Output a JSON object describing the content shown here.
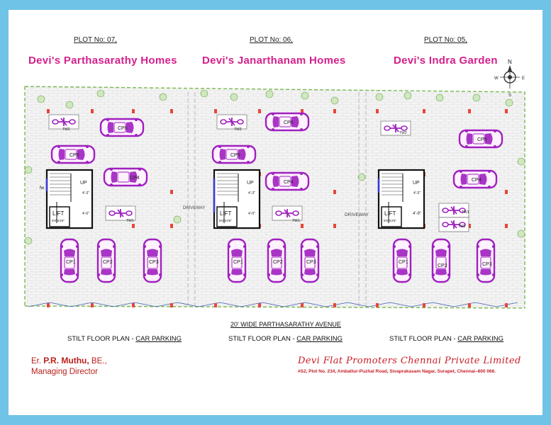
{
  "plots": [
    {
      "plot_no": "PLOT No: 07,",
      "name": "Devi's Parthasarathy Homes",
      "plan": "STILT FLOOR PLAN -",
      "parking": "CAR PARKING",
      "driveway": "DRIVEWAY"
    },
    {
      "plot_no": "PLOT No: 06,",
      "name": "Devi's Janarthanam Homes",
      "plan": "STILT FLOOR PLAN -",
      "parking": "CAR PARKING",
      "driveway": ""
    },
    {
      "plot_no": "PLOT No: 05,",
      "name": "Devi's Indra Garden",
      "plan": "STILT FLOOR PLAN -",
      "parking": "CAR PARKING",
      "driveway": "DRIVEWAY"
    }
  ],
  "street": "20' WIDE PARTHASARATHY AVENUE",
  "engineer": {
    "prefix": "Er.",
    "name": "P.R. Muthu,",
    "degree": "BE.,",
    "title": "Managing Director"
  },
  "company": {
    "name": "Devi Flat Promoters Chennai Private Limited",
    "address": "#S2, Plot No. 234, Ambattur-Puzhal Road, Sivaprakasam Nagar, Surapet, Chennai–600 066."
  },
  "compass": {
    "n": "N",
    "s": "S",
    "e": "E",
    "w": "W"
  },
  "plan_labels": {
    "lift": "LIFT",
    "lift_size_1": "5'6\"X4'6\"",
    "lift_size_2": "5'6\"X4'6\"",
    "lift_size_3": "5'6\"X4'6\"",
    "up": "UP",
    "fw": "fw",
    "dim_a1": "4'-3\"",
    "dim_b1": "4'-0\"",
    "dim_a2": "4'-3\"",
    "dim_b2": "4'-0\"",
    "dim_a3": "4'-3\"",
    "dim_b3": "4'-9\""
  },
  "cars": {
    "p7": [
      "CP6",
      "CP5",
      "CP4",
      "CP1",
      "CP2",
      "CP3"
    ],
    "p6": [
      "CP6",
      "CP5",
      "CP4",
      "CP1",
      "CP2",
      "CP3"
    ],
    "p5": [
      "CP5",
      "CP4",
      "CP1",
      "CP2",
      "CP3"
    ]
  },
  "bikes": {
    "p7": [
      "TW2",
      "TW1"
    ],
    "p6": [
      "TW3",
      "TW1"
    ],
    "p5": [
      "TW3",
      "TW1",
      "TW2"
    ]
  },
  "colors": {
    "background": "#6fc3e6",
    "title": "#d4208c",
    "car": "#a020c0",
    "company": "#c81d25",
    "wall": "#111111",
    "column": "#e8463a",
    "boundary": "#7ab94e"
  }
}
